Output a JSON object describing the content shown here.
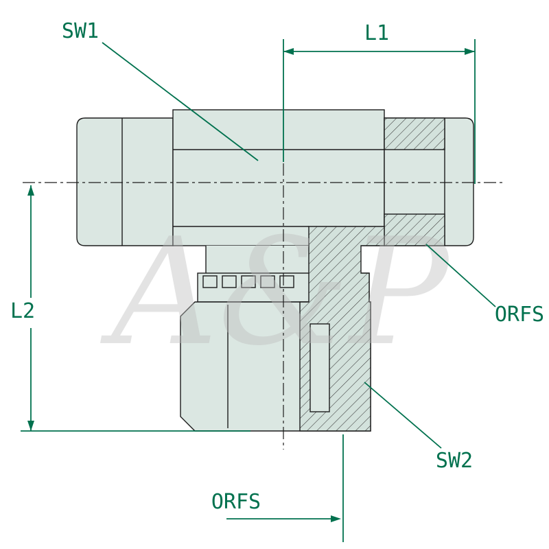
{
  "diagram": {
    "labels": {
      "sw1": "SW1",
      "l1": "L1",
      "l2": "L2",
      "orfs_right": "ORFS",
      "sw2": "SW2",
      "orfs_bottom": "ORFS"
    },
    "watermark": "A&P",
    "colors": {
      "annotation": "#00714e",
      "outline": "#1c1c1c",
      "body_fill": "#dbe7e2",
      "hatch_fill": "#d3e2dc",
      "watermark": "#bdbdbd",
      "background": "#ffffff"
    }
  }
}
